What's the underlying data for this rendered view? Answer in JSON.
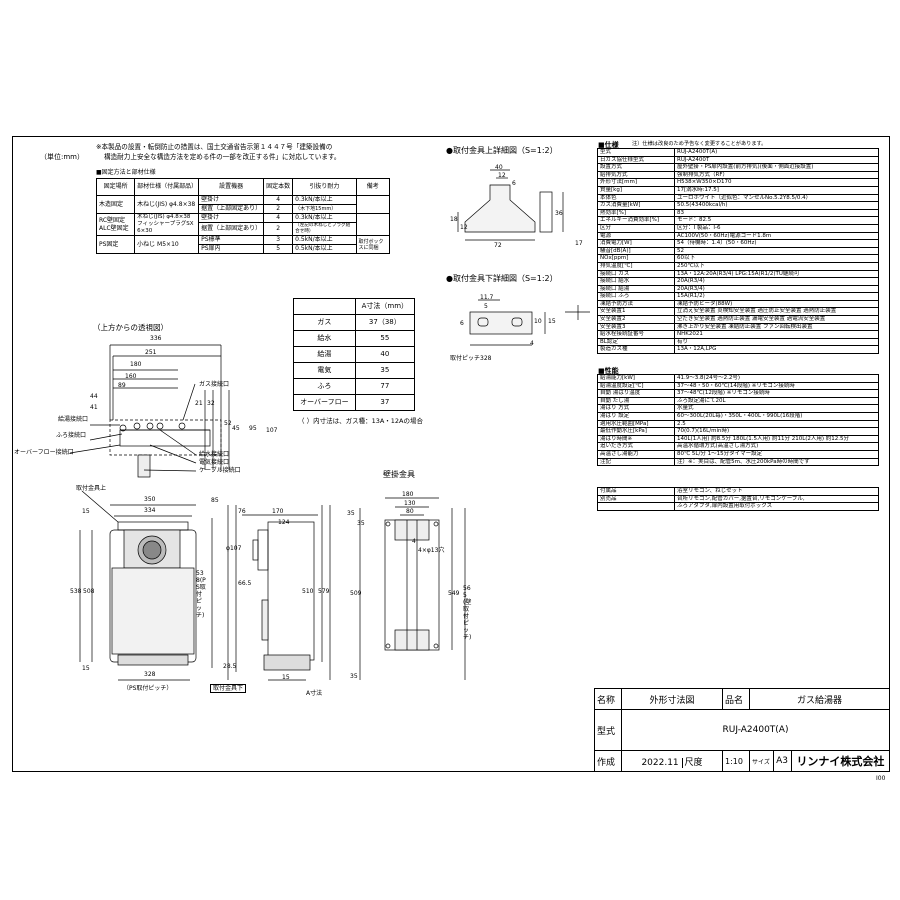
{
  "page": {
    "unit": "（単位:mm）",
    "drawing_code": "I00"
  },
  "notes": {
    "line1": "※本製品の設置・転倒防止の措置は、国土交通省告示第１４４７号「建築設備の",
    "line2": "構造耐力上安全な構造方法を定める件の一部を改正する件」に対応しています。",
    "fix_caption": "■固定方法と部材仕様"
  },
  "fixing_table": {
    "headers": [
      "固定場所",
      "部材仕様（付属部品）",
      "設置機器",
      "固定本数",
      "引抜り耐力",
      "備考"
    ],
    "rows": [
      [
        "木造固定",
        "木ねじ(JIS) φ4.8×38",
        "壁掛け",
        "4",
        "0.3kN/本以上",
        ""
      ],
      [
        "",
        "",
        "据置（上部固定あり）",
        "2",
        "（木下地15mm）",
        ""
      ],
      [
        "RC壁固定 ALC壁固定",
        "木ねじ(JIS) φ4.8×38 フィッシャープラグSX 6×30",
        "壁掛け",
        "4",
        "0.3kN/本以上",
        ""
      ],
      [
        "",
        "",
        "据置（上部固定あり）",
        "2",
        "（左記の木ねじとプラグ組合せ時）",
        ""
      ],
      [
        "PS固定",
        "小ねじ M5×10",
        "PS標準",
        "3",
        "0.5kN/本以上",
        "取付ボックスに同梱"
      ],
      [
        "",
        "",
        "PS扉内",
        "5",
        "0.5kN/本以上",
        ""
      ]
    ]
  },
  "a_dim_table": {
    "header": "A寸法（mm）",
    "rows": [
      [
        "ガス",
        "37（38）"
      ],
      [
        "給水",
        "55"
      ],
      [
        "給湯",
        "40"
      ],
      [
        "電気",
        "35"
      ],
      [
        "ふろ",
        "77"
      ],
      [
        "オーバーフロー",
        "37"
      ]
    ],
    "note": "（ ）内寸法は、ガス種：13A・12Aの場合"
  },
  "views": {
    "top_view": "（上方からの透視図）",
    "upper_bracket": "●取付金具上詳細図（S=1:2）",
    "lower_bracket": "●取付金具下詳細図（S=1:2）",
    "wall_bracket": "壁掛金具",
    "bracket_top_label": "取付金具上",
    "bracket_bottom_label": "取付金具下",
    "ps_pitch": "（PS取付ピッチ）",
    "pitch_328": "取付ピッチ328",
    "hole": "4×φ13穴",
    "ps_pitch_vertical": "538(PS取付ピッチ)",
    "wall_pitch_vertical": "565(壁取付ピッチ)",
    "a_dim": "A寸法"
  },
  "connections": [
    "ガス接続口",
    "給湯接続口",
    "ふろ接続口",
    "オーバーフロー接続口",
    "給水接続口",
    "電気接続口",
    "ケーブル接続口"
  ],
  "dims": {
    "top": [
      "336",
      "251",
      "180",
      "160",
      "89",
      "44",
      "41",
      "21",
      "32",
      "52",
      "45",
      "95",
      "107"
    ],
    "front": [
      "350",
      "334",
      "15",
      "538",
      "508",
      "15",
      "328",
      "28.5",
      "85"
    ],
    "side": [
      "76",
      "170",
      "124",
      "φ107",
      "66.5",
      "510",
      "579",
      "15"
    ],
    "wall": [
      "180",
      "130",
      "80",
      "35",
      "35",
      "509",
      "549",
      "35",
      "4"
    ],
    "upper": [
      "40",
      "12",
      "6",
      "72",
      "36",
      "18",
      "12",
      "17"
    ],
    "lower": [
      "11.7",
      "5",
      "6",
      "10",
      "15",
      "4"
    ]
  },
  "spec_header": {
    "title": "■仕様",
    "note": "注）仕様は改良のため予告なく変更することがあります。"
  },
  "specs": [
    [
      "型式",
      "RUJ-A2400T(A)"
    ],
    [
      "日ガス協仕様型式",
      "RUJ-A2400T"
    ],
    [
      "設置方式",
      "屋外壁掛・PS扉内設置(前方排気)(後面・側面近接設置)"
    ],
    [
      "給排気方式",
      "強制排気方式（RF）"
    ],
    [
      "外形寸法[mm]",
      "H538×W350×D170"
    ],
    [
      "質量[kg]",
      "17[満水時:17.5]"
    ],
    [
      "本体色",
      "ユーロホワイト（近似色：マンセルNo.5.2Y8.5/0.4）"
    ],
    [
      "ガス消費量[kW]",
      "50.5(43400kcal/h)"
    ],
    [
      "熱効率[%]",
      "83"
    ],
    [
      "エネルギー消費効率[%]",
      "モード：82.5"
    ],
    [
      "区分",
      "区分：I 製品：I-6"
    ],
    [
      "電源",
      "AC100V(50・60Hz)電源コード1.8m"
    ],
    [
      "消費電力[W]",
      "54（待機時：1.4）(50・60Hz)"
    ],
    [
      "騒音[dB(A)]",
      "52"
    ],
    [
      "NOx[ppm]",
      "60以下"
    ],
    [
      "排気温度[℃]",
      "250℃以下"
    ],
    [
      "接続口 ガス",
      "13A・12A:20A(R3/4) LPG:15A(R1/2)TU継続可"
    ],
    [
      "接続口 給水",
      "20A(R3/4)"
    ],
    [
      "接続口 給湯",
      "20A(R3/4)"
    ],
    [
      "接続口 ふろ",
      "15A(R1/2)"
    ],
    [
      "凍結予防方法",
      "凍結予防ヒータ(88W)"
    ],
    [
      "安全装置1",
      "立消え安全装置 炎検知安全装置 過圧防止安全装置 過熱防止装置"
    ],
    [
      "安全装置2",
      "空だき安全装置 過熱防止装置 漏電安全装置 過電流安全装置"
    ],
    [
      "安全装置3",
      "沸き上がり安全装置 凍結防止装置 ファン回転検出装置"
    ],
    [
      "給水栓接続証番号",
      "NHK2021"
    ],
    [
      "BL認定",
      "有り"
    ],
    [
      "製造ガス種",
      "13A・12A,LPG"
    ]
  ],
  "perf_header": "■性能",
  "perf": [
    [
      "給湯能力[kW]",
      "41.9〜3.8(24号〜2.2号)"
    ],
    [
      "給湯温度設定[℃]",
      "37〜48・50・60℃(14段階) ※リモコン接続時"
    ],
    [
      "自動 湯はり温度",
      "37〜48℃(12段階) ※リモコン接続時"
    ],
    [
      "自動 たし湯",
      "ふろ設定湯にて20L"
    ],
    [
      "湯はり 方式",
      "水量式"
    ],
    [
      "湯はり 設定",
      "60〜300L(20L毎)・350L・400L・990L(16段階)"
    ],
    [
      "適用水圧範囲[MPa]",
      "2.5"
    ],
    [
      "最低作動水圧[kPa]",
      "70(0.7)(16L/min時)"
    ],
    [
      "湯はり時間※",
      "140L(1人用) 約8.5分 180L(1.5人用) 約11分 210L(2人用) 約12.5分"
    ],
    [
      "追いだき方式",
      "高温水循環方式(高温さし湯方式)"
    ],
    [
      "高温さし湯能力",
      "80℃ 5L/分 1〜15分タイマー設定"
    ],
    [
      "注記",
      "注）※：実目は、配管5m、水圧200kPa時の時間です"
    ]
  ],
  "accessories": [
    [
      "付属品",
      "浴室リモコン、ねじセット"
    ],
    [
      "別売品",
      "台所リモコン,配管カバー,据置台,リモコンケーブル,"
    ],
    [
      "",
      "ふろアダプタ,扉内設置用取付ボックス"
    ]
  ],
  "title_block": {
    "name_label": "名称",
    "name_value": "外形寸法図",
    "product_label": "品名",
    "product_value": "ガス給湯器",
    "model_label": "型式",
    "model_value": "RUJ-A2400T(A)",
    "date_label": "作成",
    "date_value": "2022.11",
    "scale_label": "尺度",
    "scale_value": "1:10",
    "size_label": "サイズ",
    "size_value": "A3",
    "company": "リンナイ株式会社"
  }
}
